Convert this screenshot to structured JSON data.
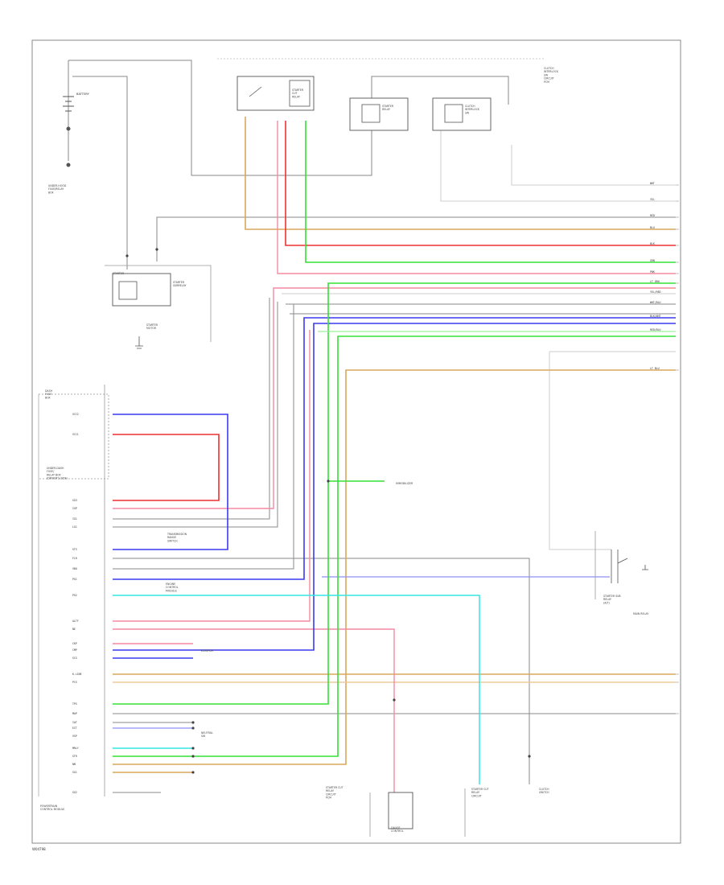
{
  "diagram": {
    "footer_code": "W04798",
    "components": {
      "battery": {
        "label": "BATTERY"
      },
      "underhood_box": {
        "label": "UNDER-HOOD\nFUSE/RELAY\nBOX"
      },
      "relay_main": {
        "label": "STARTER\nCUT\nRELAY"
      },
      "relay_1": {
        "label": "STARTER\nRELAY"
      },
      "relay_2": {
        "label": "CLUTCH\nINTERLOCK\nSW"
      },
      "top_right_note": {
        "label": "CLUTCH\nINTERLOCK\nSW\nCIRCUIT\nPCM"
      },
      "starter": {
        "label": "STARTER"
      },
      "starter_sub": {
        "label": "STARTER\nSUBRELAY"
      },
      "starter_motor": {
        "label": "STARTER\nMOTOR"
      },
      "dash_box": {
        "label": "DASH\nFUSE\nBOX"
      },
      "dash_sub": {
        "label": "UNDER-DASH\nFUSE/\nRELAY BOX\n(DRIVER'S SIDE)"
      },
      "transmission_box": {
        "label": "TRANSMISSION\nRANGE\nSWITCH"
      },
      "engine_cm": {
        "label": "ENGINE\nCONTROL\nMODULE"
      },
      "ecm_note": {
        "label": "ECM/PCM"
      },
      "pcm_main": {
        "label": "POWERTRAIN\nCONTROL MODULE"
      },
      "neutral_sw": {
        "label": "NEUTRAL\nSW"
      },
      "bottom_box": {
        "label": "GAUGE\nCONTROL"
      },
      "bottom_note": {
        "label": "STARTER CUT\nRELAY\nCIRCUIT\nPCM"
      },
      "right_relay": {
        "label": "STARTER SUB\nRELAY\n(A/T)"
      },
      "right_relay_sub": {
        "label": "MAIN RELAY"
      },
      "br_box": {
        "label": "STARTER CUT\nRELAY\nCIRCUIT"
      },
      "br_box2": {
        "label": "CLUTCH\nSWITCH"
      },
      "inline_label": {
        "label": "IMMOBILIZER"
      }
    },
    "pins": [
      "IGP",
      "IG1",
      "LG1",
      "STS",
      "FLR",
      "VBU",
      "PG1",
      "PG2",
      "ALTF",
      "NE",
      "CKP",
      "CMP",
      "SCS",
      "K-LINE",
      "PCS",
      "TPS",
      "MAP",
      "IAT",
      "ECT",
      "VSP",
      "MRLY",
      "STR",
      "NM",
      "SG1",
      "SG2",
      "SG3",
      "VCC1",
      "VCC2"
    ],
    "wire_codes": [
      "WHT",
      "YEL",
      "RED",
      "BLU",
      "BLK",
      "GRN",
      "PNK",
      "LT GRN",
      "YEL/RED",
      "WHT/BLU",
      "BLK/WHT",
      "RED/BLU",
      "LT BLU"
    ]
  }
}
